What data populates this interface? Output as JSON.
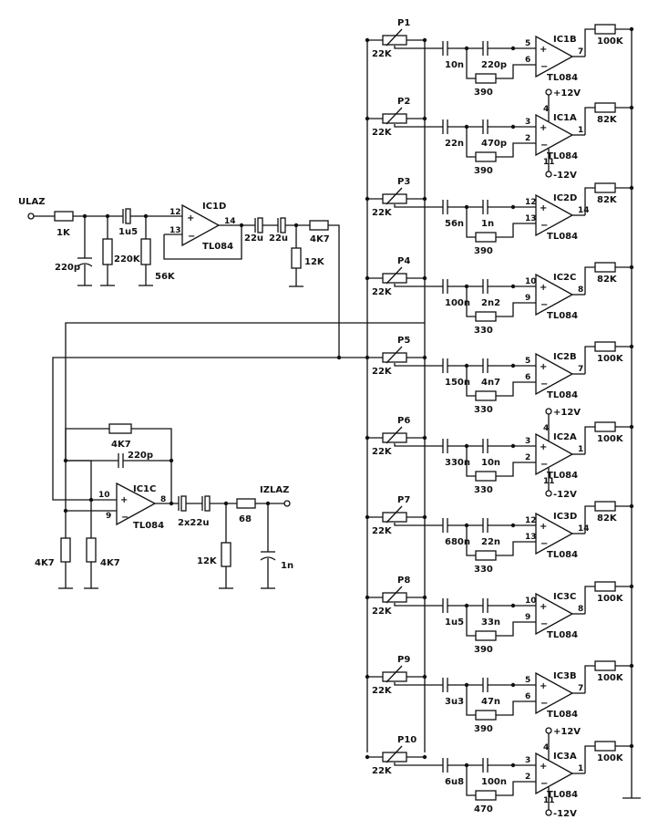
{
  "input": {
    "label": "ULAZ"
  },
  "output": {
    "label": "IZLAZ"
  },
  "input_stage": {
    "r_in": "1K",
    "c_shunt": "220p",
    "c_couple": "1u5",
    "r_bias": "220K",
    "r_ref": "56K",
    "op": {
      "name": "IC1D",
      "part": "TL084",
      "pin_in_plus": "12",
      "pin_in_minus": "13",
      "pin_out": "14"
    },
    "c_out1": "22u",
    "c_out2": "22u",
    "r_ser": "4K7",
    "r_gnd": "12K"
  },
  "output_stage": {
    "r_fb": "4K7",
    "c_fb": "220p",
    "op": {
      "name": "IC1C",
      "part": "TL084",
      "pin_in_plus": "10",
      "pin_in_minus": "9",
      "pin_out": "8"
    },
    "c_out": "2x22u",
    "r_ser": "68",
    "r_gnd": "12K",
    "c_gnd": "1n",
    "r_left1": "4K7",
    "r_left2": "4K7"
  },
  "supply": {
    "plus": "+12V",
    "minus": "-12V"
  },
  "bands": [
    {
      "pot": "P1",
      "pot_value": "22K",
      "c1": "10n",
      "c2": "220p",
      "r_small": "390",
      "op": "IC1B",
      "part": "TL084",
      "pin_plus": "5",
      "pin_minus": "6",
      "pin_out": "7",
      "r_big": "100K",
      "supply": false
    },
    {
      "pot": "P2",
      "pot_value": "22K",
      "c1": "22n",
      "c2": "470p",
      "r_small": "390",
      "op": "IC1A",
      "part": "TL084",
      "pin_plus": "3",
      "pin_minus": "2",
      "pin_out": "1",
      "r_big": "82K",
      "supply": true,
      "pin_v": "4",
      "pin_g": "11"
    },
    {
      "pot": "P3",
      "pot_value": "22K",
      "c1": "56n",
      "c2": "1n",
      "r_small": "390",
      "op": "IC2D",
      "part": "TL084",
      "pin_plus": "12",
      "pin_minus": "13",
      "pin_out": "14",
      "r_big": "82K",
      "supply": false
    },
    {
      "pot": "P4",
      "pot_value": "22K",
      "c1": "100n",
      "c2": "2n2",
      "r_small": "330",
      "op": "IC2C",
      "part": "TL084",
      "pin_plus": "10",
      "pin_minus": "9",
      "pin_out": "8",
      "r_big": "82K",
      "supply": false
    },
    {
      "pot": "P5",
      "pot_value": "22K",
      "c1": "150n",
      "c2": "4n7",
      "r_small": "330",
      "op": "IC2B",
      "part": "TL084",
      "pin_plus": "5",
      "pin_minus": "6",
      "pin_out": "7",
      "r_big": "100K",
      "supply": false
    },
    {
      "pot": "P6",
      "pot_value": "22K",
      "c1": "330n",
      "c2": "10n",
      "r_small": "330",
      "op": "IC2A",
      "part": "TL084",
      "pin_plus": "3",
      "pin_minus": "2",
      "pin_out": "1",
      "r_big": "100K",
      "supply": true,
      "pin_v": "4",
      "pin_g": "11"
    },
    {
      "pot": "P7",
      "pot_value": "22K",
      "c1": "680n",
      "c2": "22n",
      "r_small": "330",
      "op": "IC3D",
      "part": "TL084",
      "pin_plus": "12",
      "pin_minus": "13",
      "pin_out": "14",
      "r_big": "82K",
      "supply": false
    },
    {
      "pot": "P8",
      "pot_value": "22K",
      "c1": "1u5",
      "c2": "33n",
      "r_small": "390",
      "op": "IC3C",
      "part": "TL084",
      "pin_plus": "10",
      "pin_minus": "9",
      "pin_out": "8",
      "r_big": "100K",
      "supply": false
    },
    {
      "pot": "P9",
      "pot_value": "22K",
      "c1": "3u3",
      "c2": "47n",
      "r_small": "390",
      "op": "IC3B",
      "part": "TL084",
      "pin_plus": "5",
      "pin_minus": "6",
      "pin_out": "7",
      "r_big": "100K",
      "supply": false
    },
    {
      "pot": "P10",
      "pot_value": "22K",
      "c1": "6u8",
      "c2": "100n",
      "r_small": "470",
      "op": "IC3A",
      "part": "TL084",
      "pin_plus": "3",
      "pin_minus": "2",
      "pin_out": "1",
      "r_big": "100K",
      "supply": true,
      "pin_v": "4",
      "pin_g": "11"
    }
  ]
}
